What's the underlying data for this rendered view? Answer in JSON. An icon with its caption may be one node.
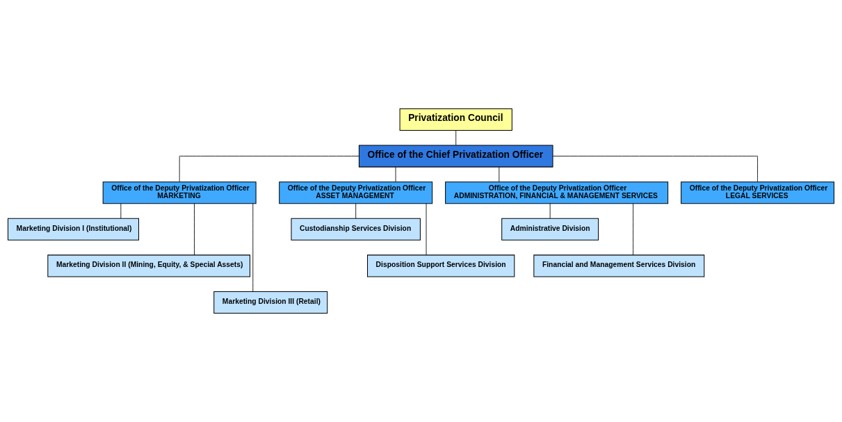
{
  "diagram": {
    "nodes": [
      {
        "text": [
          "Privatization Council"
        ]
      },
      {
        "text": [
          "Office of the Chief Privatization Officer"
        ]
      },
      {
        "text": [
          "Office of the Deputy Privatization Officer",
          "MARKETING"
        ]
      },
      {
        "text": [
          "Office of the Deputy Privatization Officer",
          "ASSET MANAGEMENT"
        ]
      },
      {
        "text": [
          "Office of the Deputy Privatization Officer",
          "ADMINISTRATION, FINANCIAL & MANAGEMENT SERVICES"
        ]
      },
      {
        "text": [
          "Office of the Deputy Privatization Officer",
          "LEGAL SERVICES"
        ]
      },
      {
        "text": [
          "Marketing Division I (Institutional)"
        ]
      },
      {
        "text": [
          "Marketing Division II (Mining, Equity, & Special Assets)"
        ]
      },
      {
        "text": [
          "Marketing Division III (Retail)"
        ]
      },
      {
        "text": [
          "Custodianship Services Division"
        ]
      },
      {
        "text": [
          "Disposition Support Services Division"
        ]
      },
      {
        "text": [
          "Administrative Division"
        ]
      },
      {
        "text": [
          "Financial and Management Services Division"
        ]
      }
    ],
    "edges": [
      {
        "from": 0,
        "to": 1,
        "arrow": "none"
      },
      {
        "from": 1,
        "to": 2,
        "arrow": "none"
      },
      {
        "from": 1,
        "to": 3,
        "arrow": "none"
      },
      {
        "from": 1,
        "to": 4,
        "arrow": "none"
      },
      {
        "from": 1,
        "to": 5,
        "arrow": "none"
      },
      {
        "from": 2,
        "to": 6,
        "arrow": "none"
      },
      {
        "from": 2,
        "to": 7,
        "arrow": "none"
      },
      {
        "from": 2,
        "to": 8,
        "arrow": "none"
      },
      {
        "from": 3,
        "to": 9,
        "arrow": "none"
      },
      {
        "from": 3,
        "to": 10,
        "arrow": "none"
      },
      {
        "from": 4,
        "to": 11,
        "arrow": "none"
      },
      {
        "from": 4,
        "to": 12,
        "arrow": "none"
      }
    ]
  }
}
